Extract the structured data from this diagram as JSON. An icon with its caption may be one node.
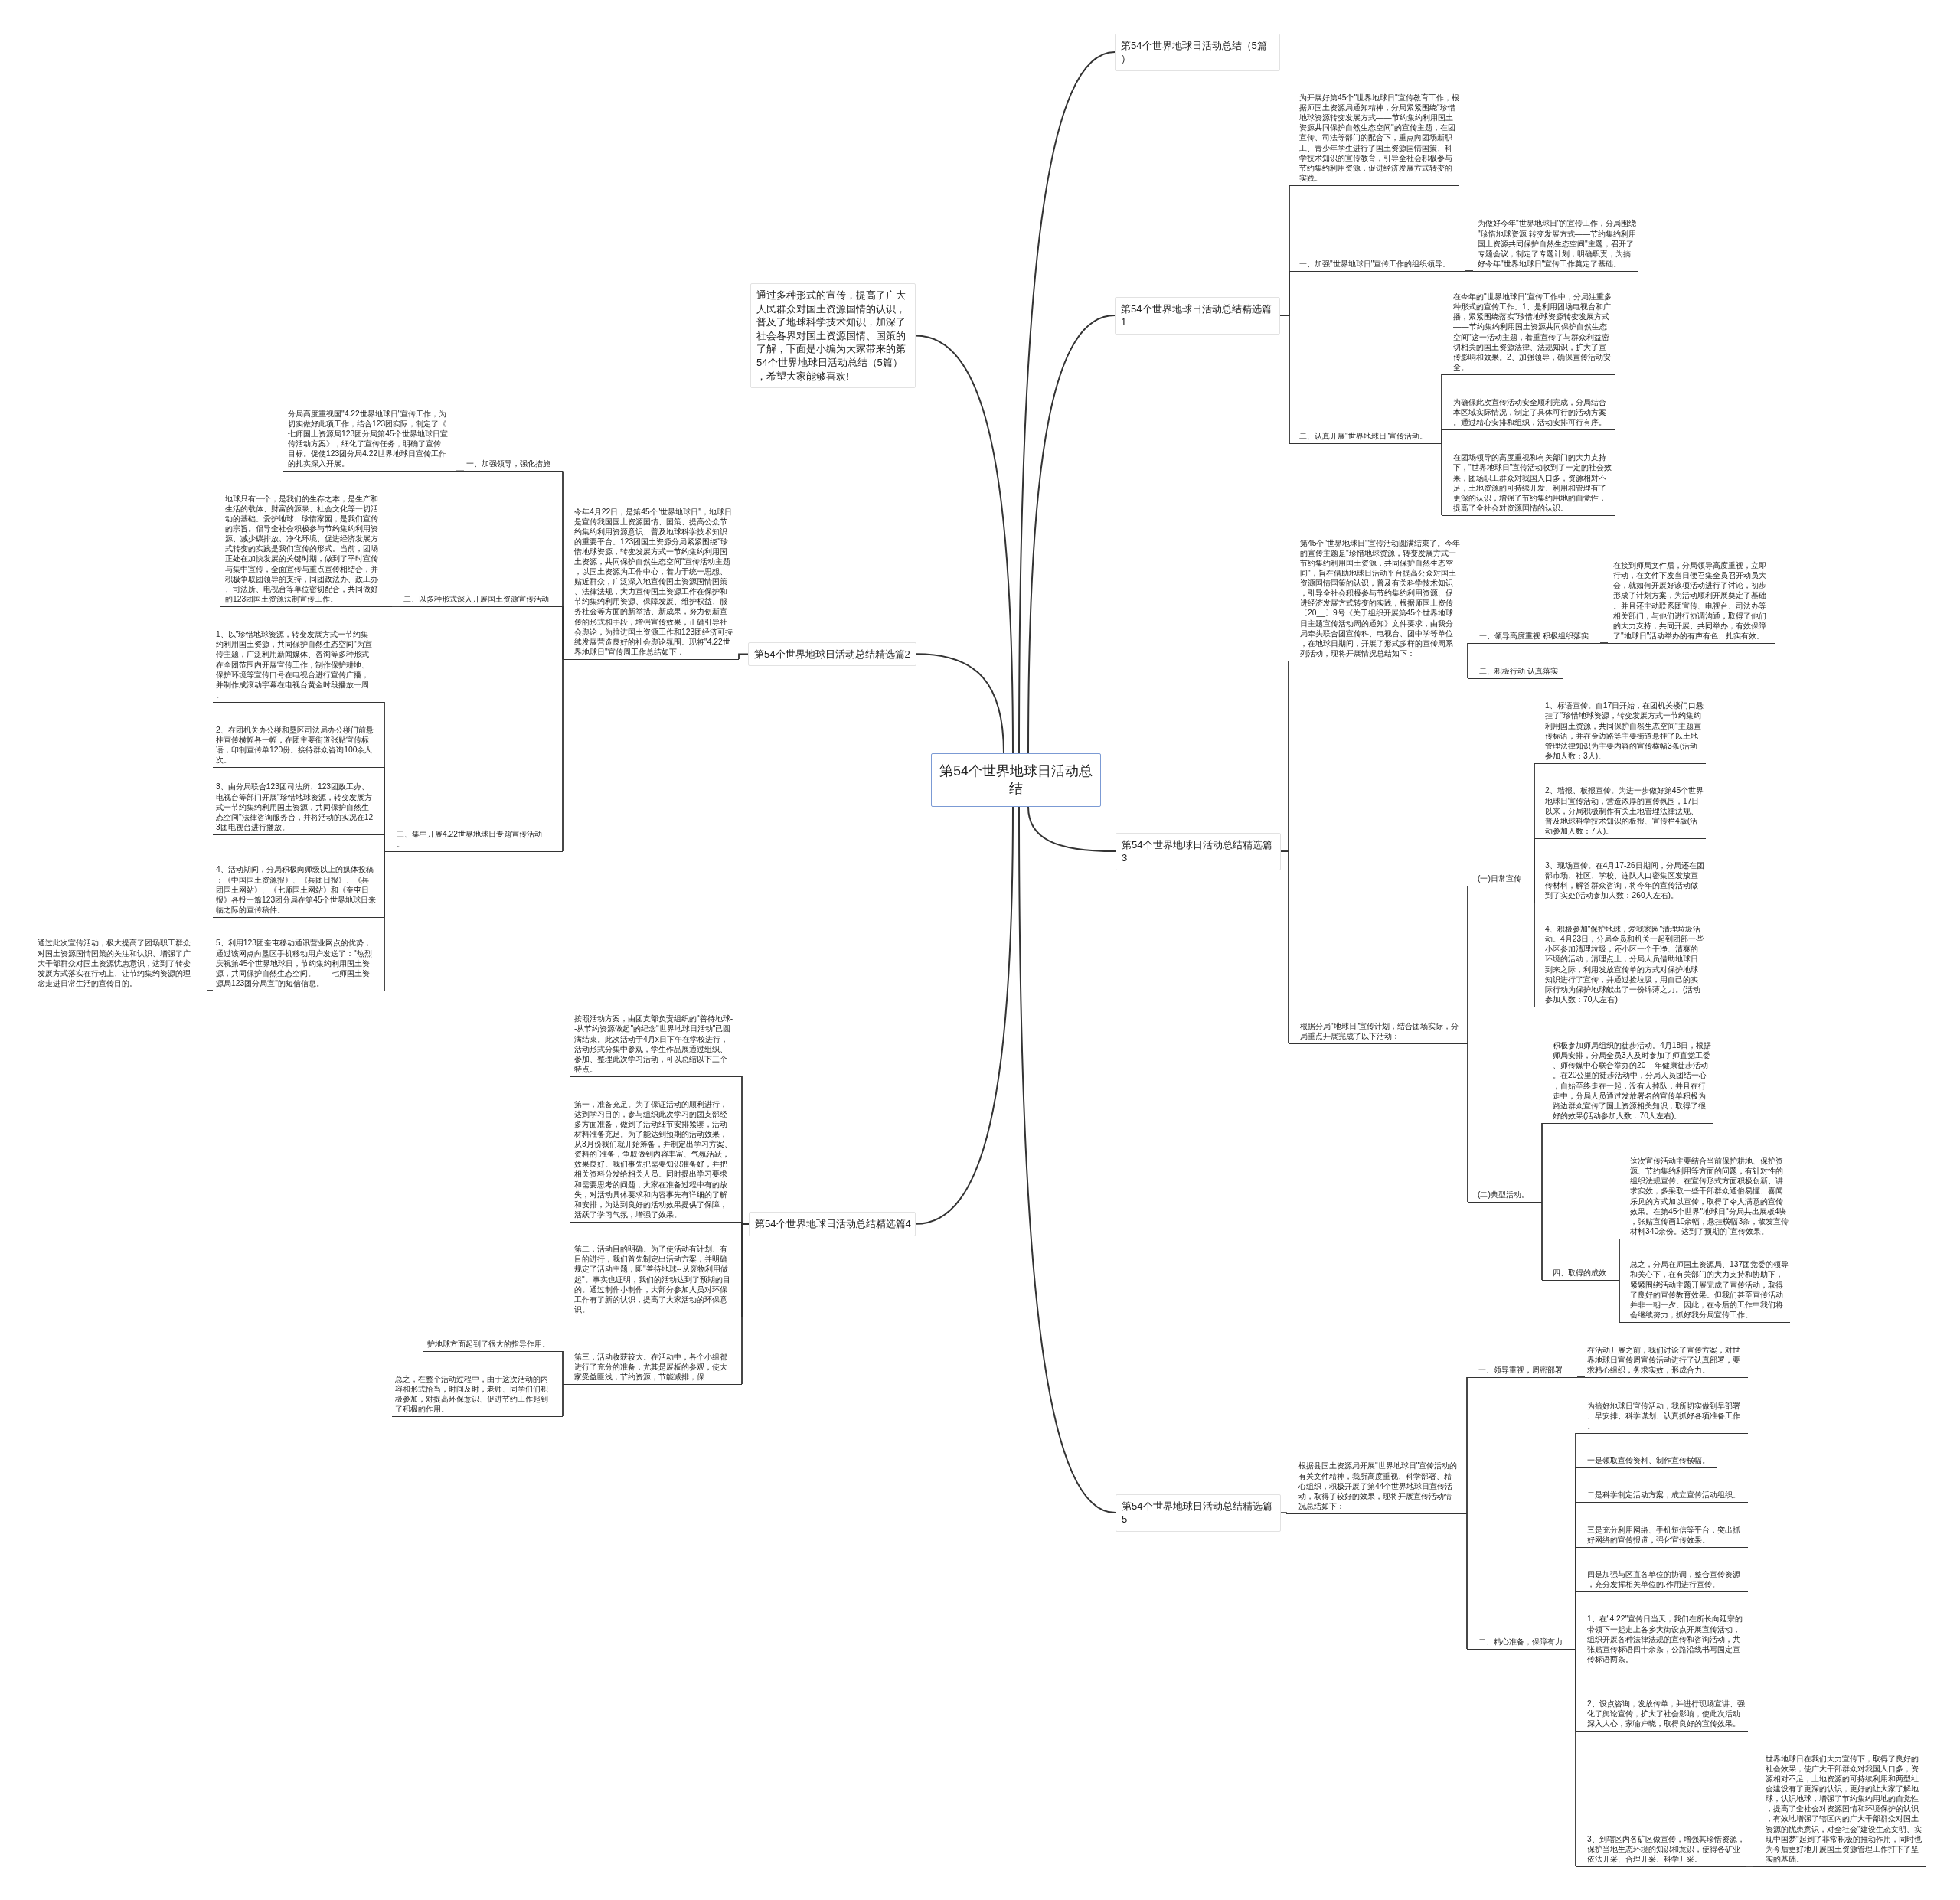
{
  "diagram": {
    "nodes": [
      {
        "text": [
          "第54个世界地球日活动总结"
        ]
      },
      {
        "text": [
          "第54个世界地球日活动总结（5篇）"
        ]
      },
      {
        "text": [
          "通过多种形式的宣传，提高了广大人民群众对国土资源国情的认识，普及了地球科学技术知识，加深了社会各界对国土资源国情、国策的了解，下面是小编为大家带来的第54个世界地球日活动总结（5篇），希望大家能够喜欢!"
        ]
      },
      {
        "text": [
          "第54个世界地球日活动总结精选篇1"
        ]
      },
      {
        "text": [
          "为开展好第45个\"世界地球日\"宣传教育工作，根据师国土资源局通知精神，分局紧紧围绕\"珍惜地球资源转变发展方式——节约集约利用国土资源共同保护自然生态空间\"的宣传主题，在团宣传、司法等部门的配合下，重点向团场新职工、青少年学生进行了国土资源国情国策、科学技术知识的宣传教育，引导全社会积极参与节约集约利用资源，促进经济发展方式转变的实践。"
        ]
      },
      {
        "text": [
          "一、加强\"世界地球日\"宣传工作的组织领导。"
        ]
      },
      {
        "text": [
          "为做好今年\"世界地球日\"的宣传工作，分局围绕\"珍惜地球资源 转变发展方式——节约集约利用国土资源共同保护自然生态空间\"主题，召开了专题会议，制定了专题计划，明确职责，为搞好今年\"世界地球日\"宣传工作奠定了基础。"
        ]
      },
      {
        "text": [
          "二、认真开展\"世界地球日\"宣传活动。"
        ]
      },
      {
        "text": [
          "在今年的\"世界地球日\"宣传工作中，分局注重多种形式的宣传工作。1、是利用团场电视台和广播，紧紧围绕落实\"珍惜地球资源转变发展方式——节约集约利用国土资源共同保护自然生态空间\"这一活动主题，着重宣传了与群众利益密切相关的国土资源法律、法规知识，扩大了宣传影响和效果。2、加强领导，确保宣传活动安全。"
        ]
      },
      {
        "text": [
          "为确保此次宣传活动安全顺利完成，分局结合本区域实际情况，制定了具体可行的活动方案。通过精心安排和组织，活动安排可行有序。"
        ]
      },
      {
        "text": [
          "在团场领导的高度重视和有关部门的大力支持下，\"世界地球日\"宣传活动收到了一定的社会效果，团场职工群众对我国人口多，资源相对不足，土地资源的可持续开发、利用和管理有了更深的认识，增强了节约集约用地的自觉性，提高了全社会对资源国情的认识。"
        ]
      },
      {
        "text": [
          "第54个世界地球日活动总结精选篇2"
        ]
      },
      {
        "text": [
          "今年4月22日，是第45个\"世界地球日\"，地球日是宣传我国国土资源国情、国策、提高公众节约集约利用资源意识、普及地球科学技术知识的重要平台。123团国土资源分局紧紧围绕\"珍惜地球资源，转变发展方式一节约集约利用国土资源，共同保护自然生态空间\"宣传活动主题，以国土资源为工作中心，着力于统一思想、贴近群众，广泛深入地宣传国土资源国情国策、法律法规，大力宣传国土资源工作在保护和节约集约利用资源、保障发展、维护权益、服务社会等方面的新举措、新成果，努力创新宣传的形式和手段，增强宣传效果，正确引导社会舆论，为推进国土资源工作和123团经济可持续发展营造良好的社会舆论氛围。现将\"4.22世界地球日\"宣传周工作总结如下："
        ]
      },
      {
        "text": [
          "一、加强领导，强化措施"
        ]
      },
      {
        "text": [
          "分局高度重视国\"4.22世界地球日\"宣传工作，为切实做好此项工作，结合123团实际，制定了《七师国土资源局123团分局第45个世界地球日宣传活动方案》，细化了宣传任务，明确了宣传目标。促使123团分局4.22世界地球日宣传工作的扎实深入开展。"
        ]
      },
      {
        "text": [
          "二、以多种形式深入开展国土资源宣传活动"
        ]
      },
      {
        "text": [
          "地球只有一个，是我们的生存之本，是生产和生活的载体、财富的源泉、社会文化等一切活动的基础。爱护地球、珍惜家园，是我们宣传的宗旨。倡导全社会积极参与节约集约利用资源、减少碳排放、净化环境、促进经济发展方式转变的实践是我们宣传的形式。当前，团场正处在加快发展的关键时期，做到了平时宣传与集中宣传，全面宣传与重点宣传相结合，并积极争取团领导的支持，同团政法办、政工办、司法所、电视台等单位密切配合，共同做好的123团国土资源法制宣传工作。"
        ]
      },
      {
        "text": [
          "三、集中开展4.22世界地球日专题宣传活动。"
        ]
      },
      {
        "text": [
          "1、以\"珍惜地球资源，转变发展方式一节约集约利用国土资源，共同保护自然生态空间\"为宣传主题，广泛利用新闻媒体、咨询等多种形式在全团范围内开展宣传工作，制作保护耕地、保护环境等宣传口号在电视台进行宣传广播，并制作成滚动字幕在电视台黄金时段播放一周。"
        ]
      },
      {
        "text": [
          "2、在团机关办公楼和垦区司法局办公楼门前悬挂宣传横幅各一幅，在团主要街道张贴宣传标语，印制宣传单120份。接待群众咨询100余人次。"
        ]
      },
      {
        "text": [
          "3、由分局联合123团司法所、123团政工办、电视台等部门开展\"珍惜地球资源，转变发展方式一节约集约利用国土资源，共同保护自然生态空间\"法律咨询服务台，并将活动的实况在123团电视台进行播放。"
        ]
      },
      {
        "text": [
          "4、活动期间，分局积极向师级以上的媒体投稿：《中国国土资源报》、《兵团日报》、《兵团国土网站》、《七师国土网站》和《奎屯日报》各投一篇123团分局在第45个世界地球日来临之际的宣传稿件。"
        ]
      },
      {
        "text": [
          "5、利用123团奎屯移动通讯营业网点的优势，通过该网点向垦区手机移动用户发送了：\"热烈庆祝第45个世界地球日，节约集约利用国土资源，共同保护自然生态空间。——七师国土资源局123团分局宣\"的短信信息。"
        ]
      },
      {
        "text": [
          "通过此次宣传活动，极大提高了团场职工群众对国土资源国情国策的关注和认识、增强了广大干部群众对国土资源忧患意识，达到了转变发展方式落实在行动上、让节约集约资源的理念走进日常生活的宣传目的。"
        ]
      },
      {
        "text": [
          "第54个世界地球日活动总结精选篇3"
        ]
      },
      {
        "text": [
          "第45个\"世界地球日\"宣传活动圆满结束了。今年的宣传主题是\"珍惜地球资源，转变发展方式一节约集约利用国土资源，共同保护自然生态空间\"，旨在借助地球日活动平台提高公众对国土资源国情国策的认识，普及有关科学技术知识，引导全社会积极参与节约集约利用资源、促进经济发展方式转变的实践，根据师国土资传〔20__〕9号《关于组织开展第45个世界地球日主题宣传活动周的通知》文件要求，由我分局牵头联合团宣传科、电视台、团中学等单位，在地球日期间，开展了形式多样的宣传周系列活动，现将开展情况总结如下："
        ]
      },
      {
        "text": [
          "一、领导高度重视 积极组织落实"
        ]
      },
      {
        "text": [
          "在接到师局文件后，分局领导高度重视，立即行动，在文件下发当日便召集全员召开动员大会，就如何开展好该项活动进行了讨论，初步形成了计划方案，为活动顺利开展奠定了基础。并且还主动联系团宣传、电视台、司法办等相关部门，与他们进行协调沟通，取得了他们的大力支持，共同开展、共同举办，有效保障了\"地球日\"活动举办的有声有色、扎实有效。"
        ]
      },
      {
        "text": [
          "二、积极行动 认真落实"
        ]
      },
      {
        "text": [
          "根据分局\"地球日\"宣传计划，结合团场实际，分局重点开展完成了以下活动："
        ]
      },
      {
        "text": [
          "(一)日常宣传"
        ]
      },
      {
        "text": [
          "1、标语宣传。自17日开始，在团机关楼门口悬挂了\"珍惜地球资源，转变发展方式一节约集约利用国土资源，共同保护自然生态空间\"主题宣传标语，并在金边路等主要街道悬挂了以土地管理法律知识为主要内容的宣传横幅3条(活动参加人数：3人)。"
        ]
      },
      {
        "text": [
          "2、墙报、板报宣传。为进一步做好第45个世界地球日宣传活动，营造浓厚的宣传氛围，17日以来，分局积极制作有关土地管理法律法规、普及地球科学技术知识的板报、宣传栏4版(活动参加人数：7人)。"
        ]
      },
      {
        "text": [
          "3、现场宣传。在4月17-26日期间，分局还在团部市场、社区、学校、连队人口密集区发放宣传材料，解答群众咨询，将今年的宣传活动做到了实处(活动参加人数：260人左右)。"
        ]
      },
      {
        "text": [
          "4、积极参加\"保护地球，爱我家园\"清理垃圾活动。4月23日，分局全员和机关一起到团部一些小区参加清理垃圾，还小区一个干净、清爽的环境的活动，清理点上，分局人员借助地球日到来之际，利用发放宣传单的方式对保护地球知识进行了宣传，并通过捡垃圾，用自己的实际行动为保护地球献出了一份绵薄之力。(活动参加人数：70人左右)"
        ]
      },
      {
        "text": [
          "(二)典型活动。"
        ]
      },
      {
        "text": [
          "积极参加师局组织的徒步活动。4月18日，根据师局安排，分局全员3人及时参加了师直党工委、师传媒中心联合举办的20__年健康徒步活动。在20公里的徒步活动中，分局人员团结一心，自始至终走在一起，没有人掉队，并且在行走中，分局人员通过发放署名的宣传单积极为路边群众宣传了国土资源相关知识，取得了很好的效果(活动参加人数：70人左右)。"
        ]
      },
      {
        "text": [
          "四、取得的成效"
        ]
      },
      {
        "text": [
          "这次宣传活动主要结合当前保护耕地、保护资源、节约集约利用等方面的问题，有针对性的组织法规宣传。在宣传形式方面积极创新、讲求实效，多采取一些干部群众通俗易懂、喜闻乐见的方式加以宣传，取得了令人满意的宣传效果。在第45个世界\"地球日\"分局共出展板4块，张贴宣传画10余幅，悬挂横幅3条，散发宣传材料340余份。达到了预期的`宣传效果。"
        ]
      },
      {
        "text": [
          "总之，分局在师国土资源局、137团党委的领导和关心下，在有关部门的大力支持和协助下，紧紧围绕活动主题开展完成了宣传活动，取得了良好的宣传教育效果。但我们甚至宣传活动并非一朝一夕。因此，在今后的工作中我们将会继续努力，抓好我分局宣传工作。"
        ]
      },
      {
        "text": [
          "第54个世界地球日活动总结精选篇4"
        ]
      },
      {
        "text": [
          "按照活动方案，由团支部负责组织的\"善待地球--从节约资源做起\"的纪念\"世界地球日活动\"已圆满结束。此次活动于4月x日下午在学校进行，活动形式分集中参观，学生作品展通过组织、参加、整理此次学习活动，可以总结以下三个特点。"
        ]
      },
      {
        "text": [
          "第一，准备充足。为了保证活动的顺利进行，达到学习目的，参与组织此次学习的团支部经多方面准备，做到了活动细节安排紧凑，活动材料准备充足。为了能达到预期的活动效果，从3月份我们就开始筹备，并制定出学习方案、资料的`准备，争取做到内容丰富、气氛活跃，效果良好。我们事先把需要知识准备好，并把相关资料分发给相关人员。同时提出学习要求和需要思考的问题，大家在准备过程中有的放失，对活动具体要求和内容事先有详细的了解和安排，为达到良好的活动效果提供了保障，活跃了学习气氛，增强了效果。"
        ]
      },
      {
        "text": [
          "第二，活动目的明确。为了使活动有计划、有目的进行，我们首先制定出活动方案，并明确规定了活动主题，即\"善待地球--从废物利用做起\"。事实也证明，我们的活动达到了预期的目的。通过制作小制作，大部分参加人员对环保工作有了新的认识，提高了大家活动的环保意识。"
        ]
      },
      {
        "text": [
          "第三，活动收获较大。在活动中，各个小组都进行了充分的准备，尤其是展板的参观，使大家受益匪浅，节约资源，节能减排，保"
        ]
      },
      {
        "text": [
          "护地球方面起到了很大的指导作用。"
        ]
      },
      {
        "text": [
          "总之，在整个活动过程中，由于这次活动的内容和形式恰当，时间及时，老师、同学们们积极参加，对提高环保意识、促进节约工作起到了积极的作用。"
        ]
      },
      {
        "text": [
          "第54个世界地球日活动总结精选篇5"
        ]
      },
      {
        "text": [
          "根据县国土资源局开展\"世界地球日\"宣传活动的有关文件精神，我所高度重视、科学部署、精心组织，积极开展了第44个世界地球日宣传活动，取得了较好的效果，现将开展宣传活动情况总结如下："
        ]
      },
      {
        "text": [
          "一、领导重视，周密部署"
        ]
      },
      {
        "text": [
          "在活动开展之前，我们讨论了宣传方案，对世界地球日宣传周宣传活动进行了认真部署，要求精心组织，务求实效，形成合力。"
        ]
      },
      {
        "text": [
          "二、精心准备，保障有力"
        ]
      },
      {
        "text": [
          "为搞好地球日宣传活动，我所切实做到早部署、早安排、科学谋划、认真抓好各项准备工作。"
        ]
      },
      {
        "text": [
          "一是领取宣传资料、制作宣传横幅。"
        ]
      },
      {
        "text": [
          "二是科学制定活动方案，成立宣传活动组织。"
        ]
      },
      {
        "text": [
          "三是充分利用网络、手机短信等平台，突出抓好网络的宣传报道，强化宣传效果。"
        ]
      },
      {
        "text": [
          "四是加强与区直各单位的协调，整合宣传资源，充分发挥相关单位的.作用进行宣传。"
        ]
      },
      {
        "text": [
          "1、在\"4.22\"宣传日当天，我们在所长向延宗的带领下一起走上各乡大街设点开展宣传活动，组织开展各种法律法规的宣传和咨询活动，共张贴宣传标语四十余条，公路沿线书写固定宣传标语两条。"
        ]
      },
      {
        "text": [
          "2、设点咨询，发放传单，并进行现场宣讲、强化了舆论宣传，扩大了社会影响，使此次活动深入人心，家喻户晓，取得良好的宣传效果。"
        ]
      },
      {
        "text": [
          "3、到辖区内各矿区做宣传，增强其珍惜资源，保护当地生态环境的知识和意识，使得各矿业依法开采、合理开采、科学开采。"
        ]
      },
      {
        "text": [
          "世界地球日在我们大力宣传下，取得了良好的社会效果，使广大干部群众对我国人口多，资源相对不足，土地资源的可持续利用和两型社会建设有了更深的认识，更好的让大家了解地球，认识地球，增强了节约集约用地的自觉性，提高了全社会对资源国情和环境保护的认识，有效地增强了辖区内的广大干部群众对国土资源的忧患意识，对全社会\"建设生态文明、实现中国梦\"起到了非常积极的推动作用，同时也为今后更好地开展国土资源管理工作打下了坚实的基础。"
        ]
      }
    ],
    "edges": [
      {
        "from": 0,
        "to": 1,
        "arrow": "none"
      },
      {
        "from": 0,
        "to": 2,
        "arrow": "none"
      },
      {
        "from": 0,
        "to": 3,
        "arrow": "none"
      },
      {
        "from": 3,
        "to": 4,
        "arrow": "none"
      },
      {
        "from": 3,
        "to": 5,
        "arrow": "none"
      },
      {
        "from": 5,
        "to": 6,
        "arrow": "none"
      },
      {
        "from": 3,
        "to": 7,
        "arrow": "none"
      },
      {
        "from": 7,
        "to": 8,
        "arrow": "none"
      },
      {
        "from": 7,
        "to": 9,
        "arrow": "none"
      },
      {
        "from": 7,
        "to": 10,
        "arrow": "none"
      },
      {
        "from": 0,
        "to": 11,
        "arrow": "none"
      },
      {
        "from": 11,
        "to": 12,
        "arrow": "none"
      },
      {
        "from": 12,
        "to": 13,
        "arrow": "none"
      },
      {
        "from": 13,
        "to": 14,
        "arrow": "none"
      },
      {
        "from": 12,
        "to": 15,
        "arrow": "none"
      },
      {
        "from": 15,
        "to": 16,
        "arrow": "none"
      },
      {
        "from": 12,
        "to": 17,
        "arrow": "none"
      },
      {
        "from": 17,
        "to": 18,
        "arrow": "none"
      },
      {
        "from": 17,
        "to": 19,
        "arrow": "none"
      },
      {
        "from": 17,
        "to": 20,
        "arrow": "none"
      },
      {
        "from": 17,
        "to": 21,
        "arrow": "none"
      },
      {
        "from": 17,
        "to": 22,
        "arrow": "none"
      },
      {
        "from": 22,
        "to": 23,
        "arrow": "none"
      },
      {
        "from": 0,
        "to": 24,
        "arrow": "none"
      },
      {
        "from": 24,
        "to": 25,
        "arrow": "none"
      },
      {
        "from": 25,
        "to": 26,
        "arrow": "none"
      },
      {
        "from": 26,
        "to": 27,
        "arrow": "none"
      },
      {
        "from": 25,
        "to": 28,
        "arrow": "none"
      },
      {
        "from": 24,
        "to": 29,
        "arrow": "none"
      },
      {
        "from": 29,
        "to": 30,
        "arrow": "none"
      },
      {
        "from": 30,
        "to": 31,
        "arrow": "none"
      },
      {
        "from": 30,
        "to": 32,
        "arrow": "none"
      },
      {
        "from": 30,
        "to": 33,
        "arrow": "none"
      },
      {
        "from": 30,
        "to": 34,
        "arrow": "none"
      },
      {
        "from": 29,
        "to": 35,
        "arrow": "none"
      },
      {
        "from": 35,
        "to": 36,
        "arrow": "none"
      },
      {
        "from": 35,
        "to": 37,
        "arrow": "none"
      },
      {
        "from": 37,
        "to": 38,
        "arrow": "none"
      },
      {
        "from": 37,
        "to": 39,
        "arrow": "none"
      },
      {
        "from": 0,
        "to": 40,
        "arrow": "none"
      },
      {
        "from": 40,
        "to": 41,
        "arrow": "none"
      },
      {
        "from": 40,
        "to": 42,
        "arrow": "none"
      },
      {
        "from": 40,
        "to": 43,
        "arrow": "none"
      },
      {
        "from": 40,
        "to": 44,
        "arrow": "none"
      },
      {
        "from": 44,
        "to": 45,
        "arrow": "none"
      },
      {
        "from": 44,
        "to": 46,
        "arrow": "none"
      },
      {
        "from": 0,
        "to": 47,
        "arrow": "none"
      },
      {
        "from": 47,
        "to": 48,
        "arrow": "none"
      },
      {
        "from": 48,
        "to": 49,
        "arrow": "none"
      },
      {
        "from": 49,
        "to": 50,
        "arrow": "none"
      },
      {
        "from": 48,
        "to": 51,
        "arrow": "none"
      },
      {
        "from": 51,
        "to": 52,
        "arrow": "none"
      },
      {
        "from": 51,
        "to": 53,
        "arrow": "none"
      },
      {
        "from": 51,
        "to": 54,
        "arrow": "none"
      },
      {
        "from": 51,
        "to": 55,
        "arrow": "none"
      },
      {
        "from": 51,
        "to": 56,
        "arrow": "none"
      },
      {
        "from": 51,
        "to": 57,
        "arrow": "none"
      },
      {
        "from": 51,
        "to": 58,
        "arrow": "none"
      },
      {
        "from": 51,
        "to": 59,
        "arrow": "none"
      },
      {
        "from": 59,
        "to": 60,
        "arrow": "none"
      }
    ]
  }
}
